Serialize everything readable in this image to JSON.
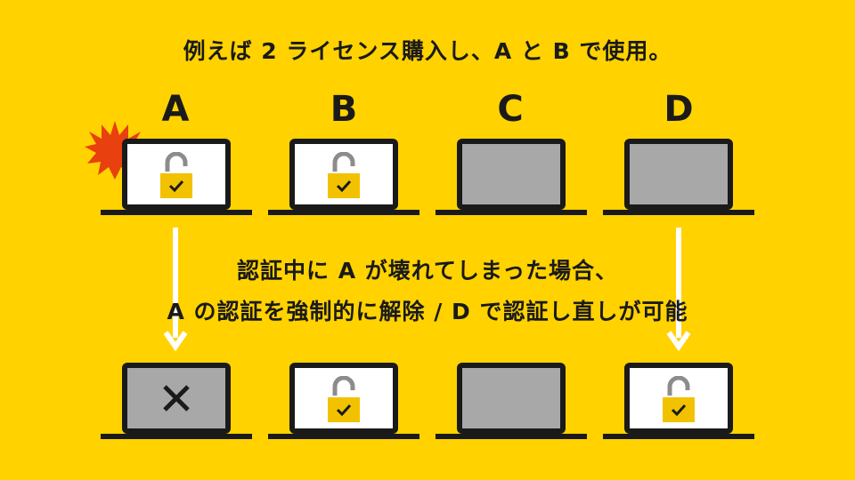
{
  "headline": "例えば 2 ライセンス購入し、A と B で使用。",
  "columns": [
    "A",
    "B",
    "C",
    "D"
  ],
  "caption": {
    "line1": "認証中に A が壊れてしまった場合、",
    "line2": "A の認証を強制的に解除 / D で認証し直しが可能"
  },
  "colors": {
    "background": "#FFD200",
    "ink": "#1A1A1A",
    "screen_active": "#FFFFFF",
    "screen_inactive": "#A8A8A8",
    "lock_body": "#F2C200",
    "lock_shackle": "#8C8C8C",
    "burst": "#E8400F",
    "arrow": "#FFFFFF"
  },
  "before": [
    {
      "id": "A",
      "state": "active",
      "icon": "unlocked-padlock-check-icon",
      "alert": "burst-icon"
    },
    {
      "id": "B",
      "state": "active",
      "icon": "unlocked-padlock-check-icon"
    },
    {
      "id": "C",
      "state": "inactive"
    },
    {
      "id": "D",
      "state": "inactive"
    }
  ],
  "after": [
    {
      "id": "A",
      "state": "broken",
      "icon": "x-mark-icon"
    },
    {
      "id": "B",
      "state": "active",
      "icon": "unlocked-padlock-check-icon"
    },
    {
      "id": "C",
      "state": "inactive"
    },
    {
      "id": "D",
      "state": "active",
      "icon": "unlocked-padlock-check-icon"
    }
  ],
  "arrows": [
    {
      "column": "A",
      "icon": "arrow-down-icon"
    },
    {
      "column": "D",
      "icon": "arrow-down-icon"
    }
  ]
}
